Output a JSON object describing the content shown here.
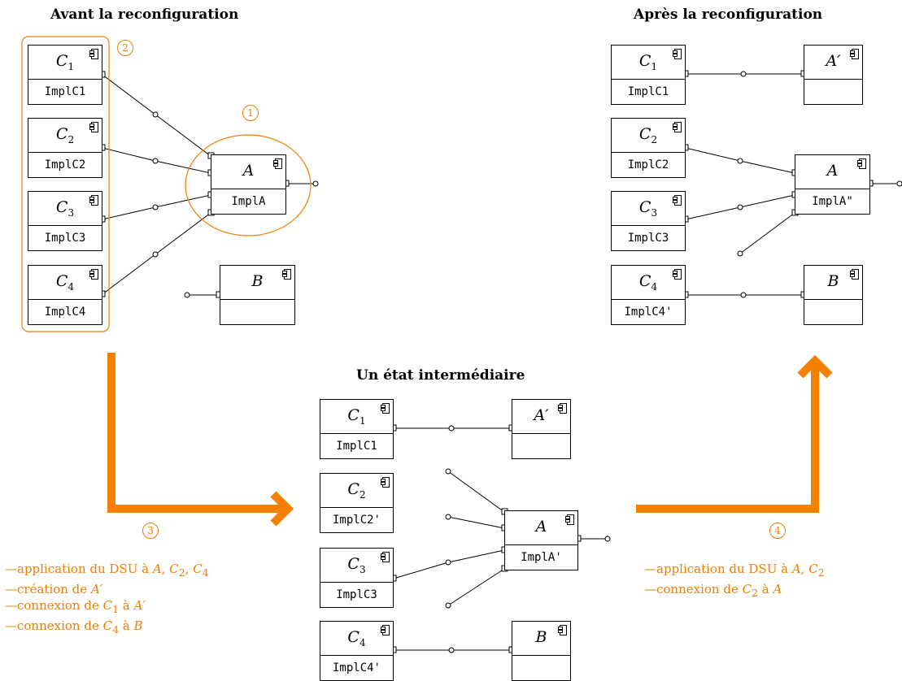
{
  "titles": {
    "before": "Avant la reconfiguration",
    "after": "Après la reconfiguration",
    "middle": "Un état intermédiaire"
  },
  "markers": {
    "m1": "1",
    "m2": "2",
    "m3": "3",
    "m4": "4"
  },
  "components": {
    "before": {
      "c1": {
        "name": "C",
        "sub": "1",
        "impl": "ImplC1"
      },
      "c2": {
        "name": "C",
        "sub": "2",
        "impl": "ImplC2"
      },
      "c3": {
        "name": "C",
        "sub": "3",
        "impl": "ImplC3"
      },
      "c4": {
        "name": "C",
        "sub": "4",
        "impl": "ImplC4"
      },
      "a": {
        "name": "A",
        "impl": "ImplA"
      },
      "b": {
        "name": "B",
        "impl": ""
      }
    },
    "middle": {
      "c1": {
        "name": "C",
        "sub": "1",
        "impl": "ImplC1"
      },
      "c2": {
        "name": "C",
        "sub": "2",
        "impl": "ImplC2'"
      },
      "c3": {
        "name": "C",
        "sub": "3",
        "impl": "ImplC3"
      },
      "c4": {
        "name": "C",
        "sub": "4",
        "impl": "ImplC4'"
      },
      "aprime": {
        "name": "A′",
        "impl": ""
      },
      "a": {
        "name": "A",
        "impl": "ImplA'"
      },
      "b": {
        "name": "B",
        "impl": ""
      }
    },
    "after": {
      "c1": {
        "name": "C",
        "sub": "1",
        "impl": "ImplC1"
      },
      "c2": {
        "name": "C",
        "sub": "2",
        "impl": "ImplC2"
      },
      "c3": {
        "name": "C",
        "sub": "3",
        "impl": "ImplC3"
      },
      "c4": {
        "name": "C",
        "sub": "4",
        "impl": "ImplC4'"
      },
      "aprime": {
        "name": "A′",
        "impl": ""
      },
      "a": {
        "name": "A",
        "impl": "ImplA\""
      },
      "b": {
        "name": "B",
        "impl": ""
      }
    }
  },
  "notes": {
    "step3": {
      "l1_pre": "—application du DSU à ",
      "l1_a": "A",
      "l1_sep1": ", ",
      "l1_c2": "C",
      "l1_c2sub": "2",
      "l1_sep2": ", ",
      "l1_c4": "C",
      "l1_c4sub": "4",
      "l2_pre": "—création de ",
      "l2_a": "A′",
      "l3_pre": "—connexion de ",
      "l3_c": "C",
      "l3_csub": "1",
      "l3_mid": " à ",
      "l3_a": "A′",
      "l4_pre": "—connexion de ",
      "l4_c": "C",
      "l4_csub": "4",
      "l4_mid": " à ",
      "l4_b": "B"
    },
    "step4": {
      "l1_pre": "—application du DSU à ",
      "l1_a": "A",
      "l1_sep": ", ",
      "l1_c": "C",
      "l1_csub": "2",
      "l2_pre": "—connexion de ",
      "l2_c": "C",
      "l2_csub": "2",
      "l2_mid": " à ",
      "l2_a": "A"
    }
  },
  "colors": {
    "accent": "#f07d00",
    "line": "#000000"
  }
}
